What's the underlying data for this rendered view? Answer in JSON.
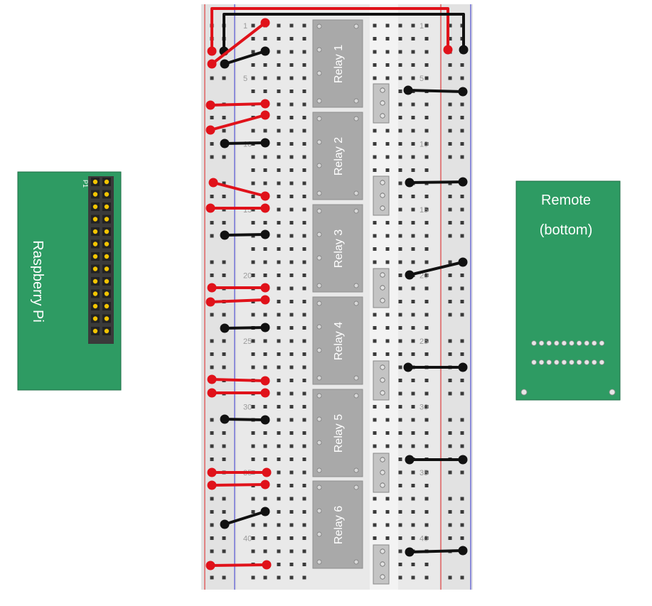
{
  "raspberry_pi": {
    "label": "Raspberry Pi",
    "header_label": "P1",
    "colors": {
      "board": "#2e9b63",
      "border": "#1d6e44",
      "pin": "#f2c400"
    }
  },
  "remote": {
    "title": "Remote",
    "subtitle": "(bottom)",
    "colors": {
      "board": "#2e9b63",
      "border": "#1d6e44"
    }
  },
  "breadboard": {
    "row_labels": [
      "1",
      "5",
      "10",
      "15",
      "20",
      "25",
      "30",
      "35",
      "40"
    ],
    "colors": {
      "body": "#e9e9e9",
      "hole": "#3a3a3a",
      "rail_red": "#e06060",
      "rail_blue": "#6f6fd6"
    }
  },
  "relays": [
    {
      "label": "Relay 1"
    },
    {
      "label": "Relay 2"
    },
    {
      "label": "Relay 3"
    },
    {
      "label": "Relay 4"
    },
    {
      "label": "Relay 5"
    },
    {
      "label": "Relay 6"
    }
  ],
  "wire_colors": {
    "power": "#e0121a",
    "ground": "#111111"
  }
}
